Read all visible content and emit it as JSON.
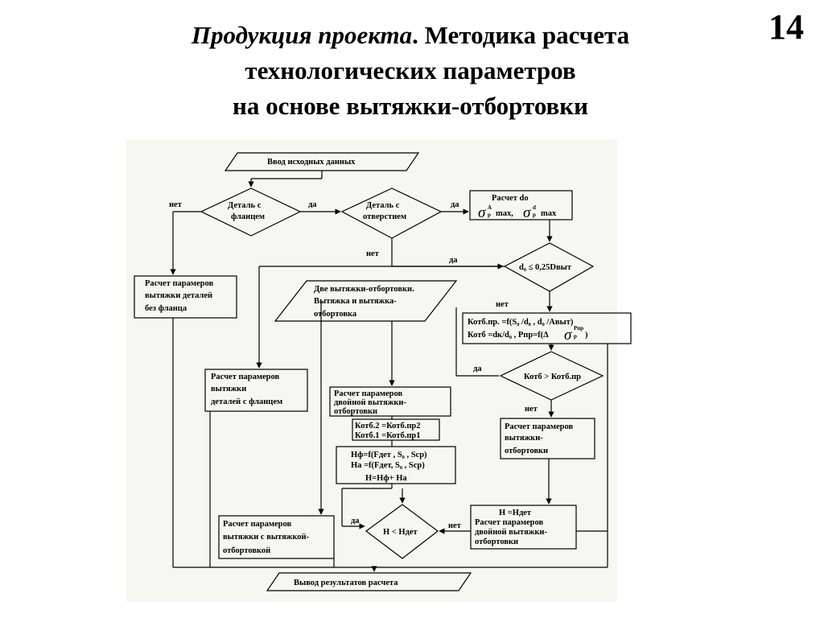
{
  "slide": {
    "title_italic": "Продукция проекта",
    "title_rest": ". Методика расчета",
    "title_line2": "технологических параметров",
    "title_line3": "на основе вытяжки-отбортовки",
    "page_number": "14"
  },
  "flowchart": {
    "input": "Ввод исходных данных",
    "decision_flange": [
      "Деталь с",
      "фланцем"
    ],
    "decision_hole": [
      "Деталь с",
      "отверстием"
    ],
    "calc_d0": "Расчет do",
    "calc_sigma_text": "max,",
    "calc_sigma_text2": "max",
    "sigma": "σ",
    "sup_a": "A",
    "sup_d": "d",
    "sub_p": "р",
    "decision_d0": "d₀ ≤ 0,25Dвыт",
    "calc_no_flange": [
      "Расчет парамеров",
      "вытяжки деталей",
      "без фланца"
    ],
    "two_draws": [
      "Две вытяжки-отбортовки.",
      "Вытяжка и вытяжка-",
      "отбортовка"
    ],
    "coef_line1": "Котб.пр. =f(S₀ /d₀ , d₀ /Aвыт)",
    "coef_line2_a": "Котб =dк/d₀ , Pпр=f(Δ",
    "coef_line2_b": ")",
    "sup_rpr": "Pпр",
    "decision_k": "Котб > Котб.пр",
    "calc_with_flange": [
      "Расчет парамеров",
      "вытяжки",
      "деталей  с фланцем"
    ],
    "calc_double": [
      "Расчет парамеров",
      "двойной  вытяжки-",
      "отбортовки"
    ],
    "k_relation": [
      "Котб.2 =Котб.пр2",
      "Котб.1 =Котб.пр1"
    ],
    "h_calc": [
      "Hф=f(Fдет , S₀ , Sср)",
      "Hа =f(Fдет, S₀ , Sср)",
      "H=Hф+ Hа"
    ],
    "calc_draw_flange": [
      "Расчет парамеров",
      "вытяжки-",
      "отбортовки"
    ],
    "calc_draw_with_draw": [
      "Расчет парамеров",
      "вытяжки с вытяжкой-",
      "отбортовкой"
    ],
    "decision_h": "H < Hдет",
    "h_eq_box": [
      "H =Hдет",
      "Расчет парамеров",
      "двойной   вытяжки-",
      "отбортовки"
    ],
    "output": "Вывод результатов расчета",
    "yes": "да",
    "no": "нет"
  }
}
